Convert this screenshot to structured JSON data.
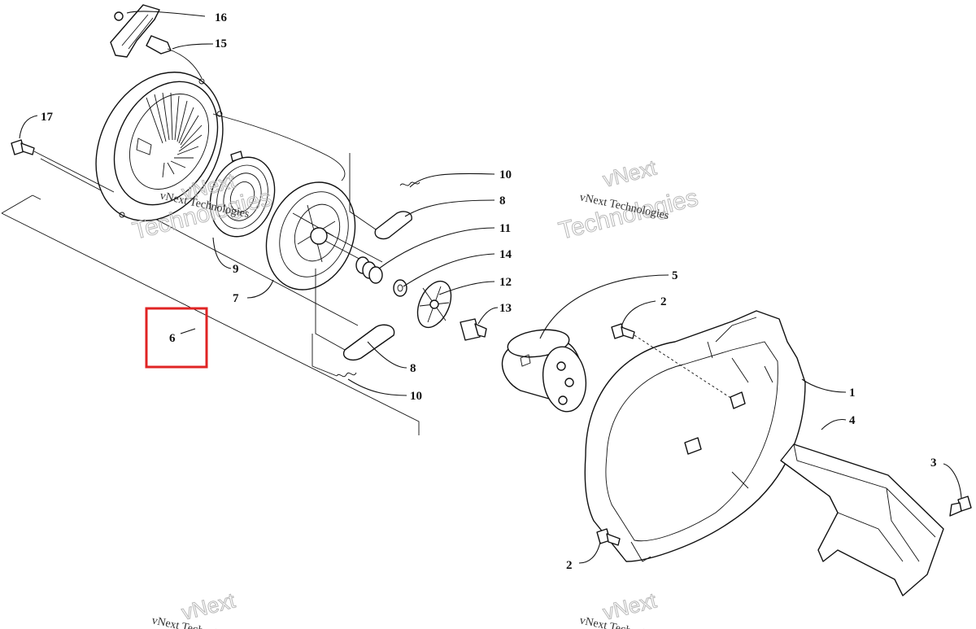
{
  "watermarks": {
    "brand_top": "vNext",
    "brand_bottom": "Technologies",
    "caption": "vNext Technologies"
  },
  "callouts": [
    {
      "id": "c16",
      "label": "16"
    },
    {
      "id": "c15",
      "label": "15"
    },
    {
      "id": "c17",
      "label": "17"
    },
    {
      "id": "c10a",
      "label": "10"
    },
    {
      "id": "c8a",
      "label": "8"
    },
    {
      "id": "c11",
      "label": "11"
    },
    {
      "id": "c14",
      "label": "14"
    },
    {
      "id": "c12",
      "label": "12"
    },
    {
      "id": "c13",
      "label": "13"
    },
    {
      "id": "c9",
      "label": "9"
    },
    {
      "id": "c7",
      "label": "7"
    },
    {
      "id": "c6",
      "label": "6"
    },
    {
      "id": "c8b",
      "label": "8"
    },
    {
      "id": "c10b",
      "label": "10"
    },
    {
      "id": "c5",
      "label": "5"
    },
    {
      "id": "c2a",
      "label": "2"
    },
    {
      "id": "c1",
      "label": "1"
    },
    {
      "id": "c4",
      "label": "4"
    },
    {
      "id": "c3",
      "label": "3"
    },
    {
      "id": "c2b",
      "label": "2"
    }
  ],
  "highlight": {
    "label": "6",
    "color": "#e02424"
  }
}
